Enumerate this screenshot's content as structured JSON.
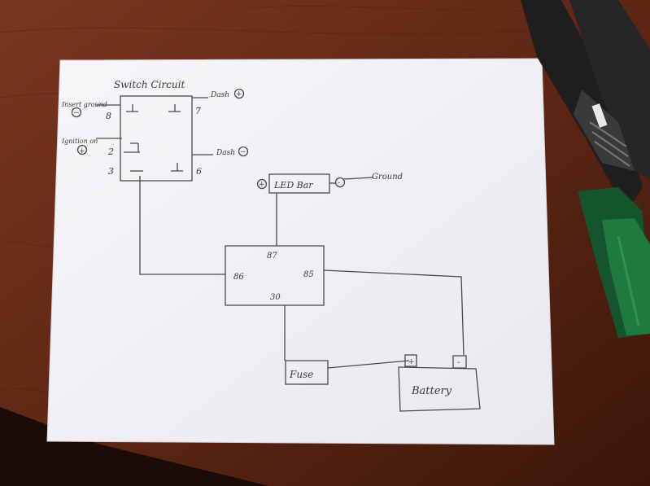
{
  "colors": {
    "table": "#6b2f1a",
    "table_dark": "#3b160b",
    "paper": "#f4f3f6",
    "pencil": "#4a4a4a",
    "tool_metal": "#2a2a2a",
    "tool_grip": "#1f6b3a"
  },
  "diagram": {
    "title": "Switch Circuit",
    "switch_labels": {
      "pin8": "8",
      "pin7": "7",
      "pin2": "2",
      "pin3": "3",
      "pin6": "6",
      "insert_ground": "Insert ground",
      "ignition": "Ignition on",
      "dash_plus": "Dash",
      "dash_minus": "Dash"
    },
    "led_bar": {
      "label": "LED Bar",
      "plus": "+",
      "minus": "-",
      "ground": "Ground"
    },
    "relay": {
      "pin87": "87",
      "pin86": "86",
      "pin85": "85",
      "pin30": "30"
    },
    "fuse": "Fuse",
    "battery": {
      "label": "Battery",
      "plus": "+",
      "minus": "-"
    }
  }
}
